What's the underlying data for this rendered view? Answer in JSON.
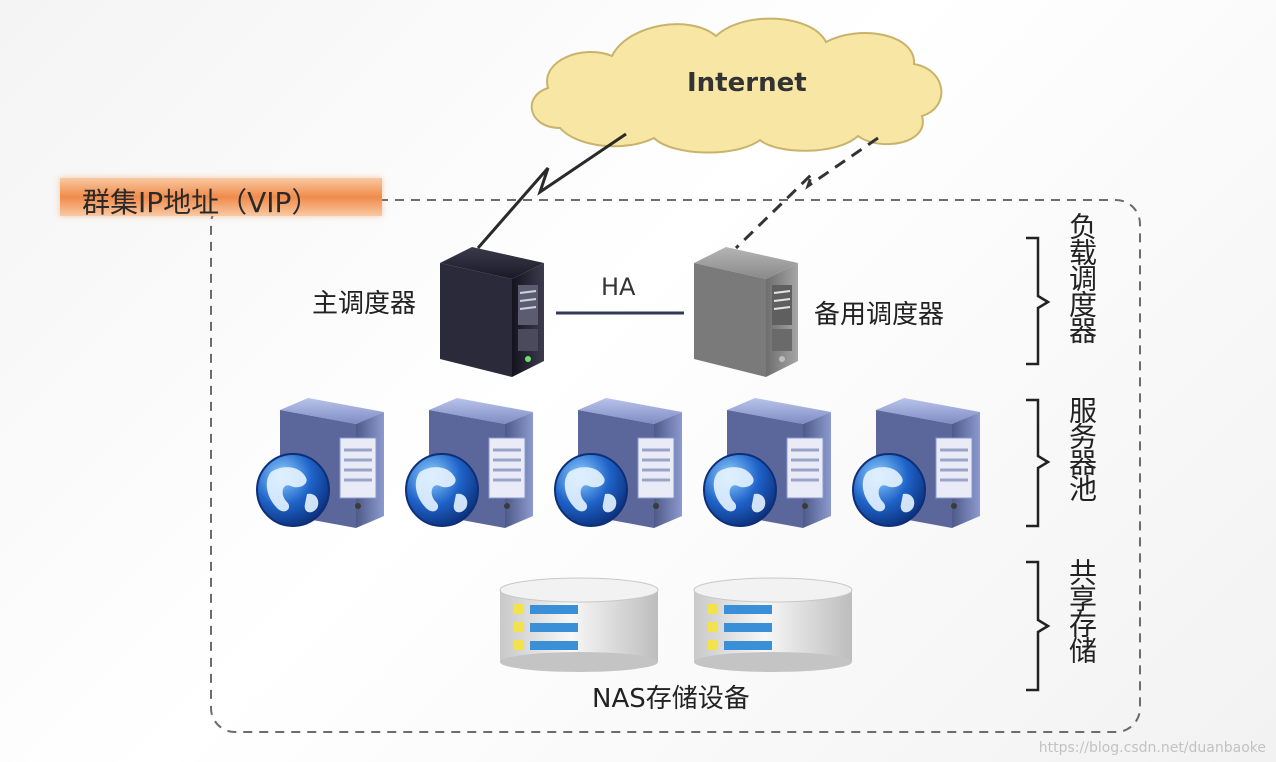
{
  "cluster_vip_label": "群集IP地址（VIP）",
  "internet_label": "Internet",
  "ha_label": "HA",
  "primary_scheduler_label": "主调度器",
  "backup_scheduler_label": "备用调度器",
  "nas_label": "NAS存储设备",
  "tiers": {
    "load_balancer": "负载调度器",
    "server_pool": "服务器池",
    "shared_storage": "共享存储"
  },
  "watermark": "https://blog.csdn.net/duanbaoke",
  "colors": {
    "cloud_fill": "#f8e6a4",
    "vip_highlight": "#f08b4b",
    "primary_server": "#1e1e2e",
    "backup_server": "#8a8a8a",
    "pool_server": "#6f7fb5",
    "globe": "#1f63c9",
    "storage_bar": "#3a90d6"
  }
}
